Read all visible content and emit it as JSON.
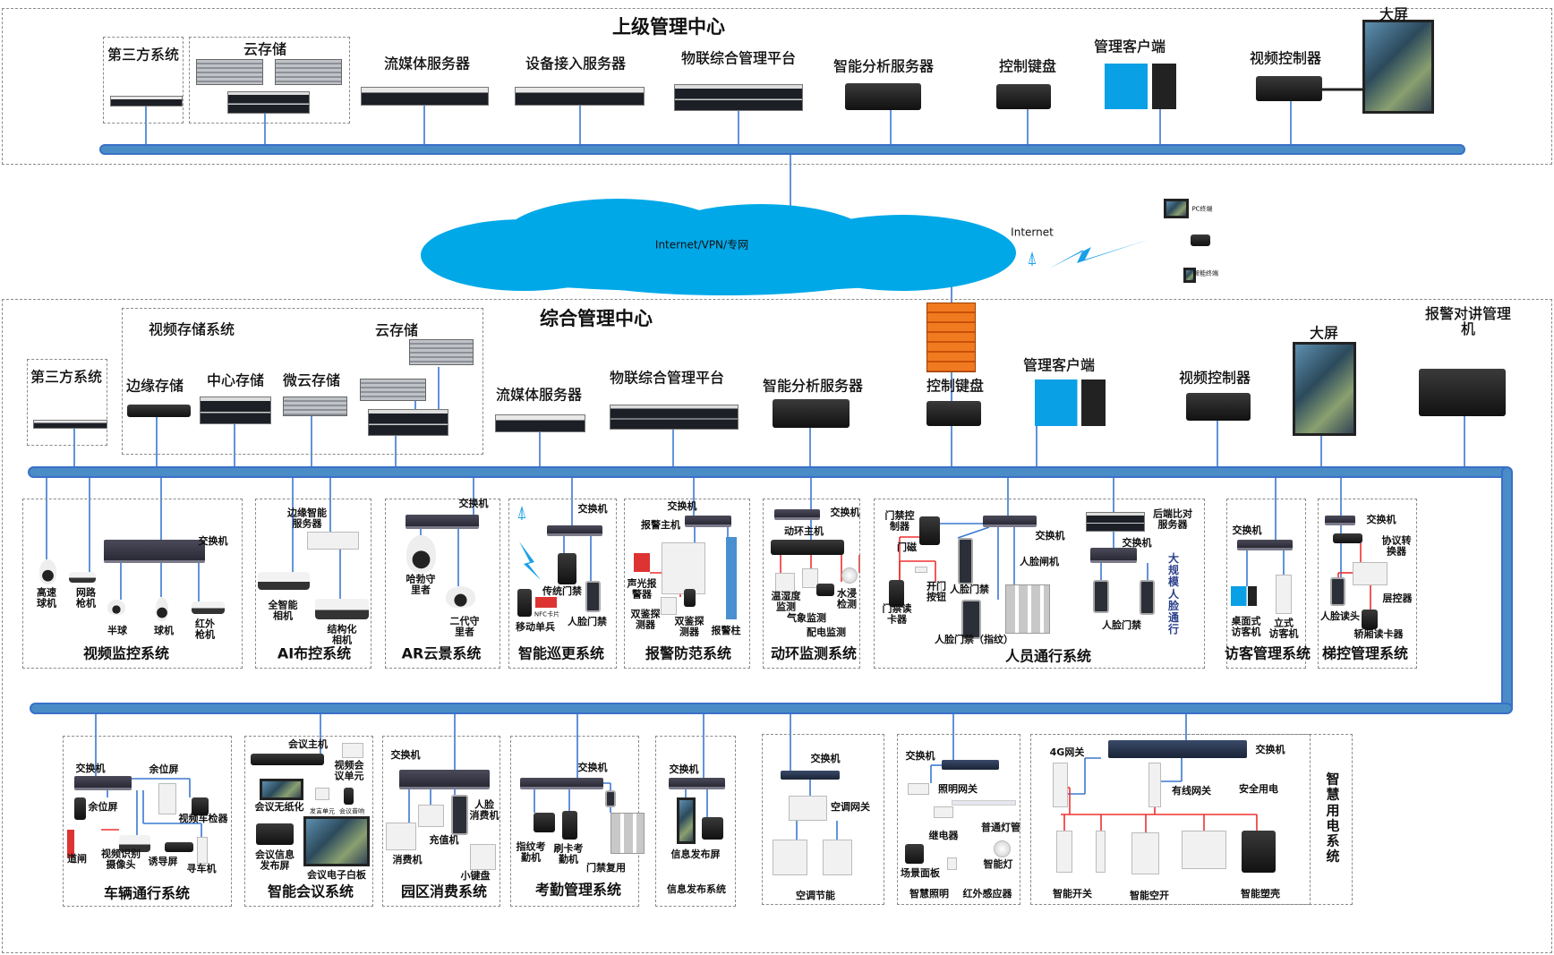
{
  "upper": {
    "title": "上级管理中心",
    "third_party": "第三方系统",
    "cloud_storage": "云存储",
    "streaming_server": "流媒体服务器",
    "access_server": "设备接入服务器",
    "iot_platform": "物联综合管理平台",
    "analysis_server": "智能分析服务器",
    "control_keyboard": "控制键盘",
    "mgmt_client": "管理客户端",
    "video_controller": "视频控制器",
    "big_screen": "大屏"
  },
  "network": {
    "cloud": "Internet/VPN/专网",
    "internet": "Internet",
    "pc_terminal": "PC终端",
    "smart_terminal": "智能终端"
  },
  "center": {
    "title": "综合管理中心",
    "video_storage_system": "视频存储系统",
    "third_party": "第三方系统",
    "edge_storage": "边缘存储",
    "central_storage": "中心存储",
    "micro_cloud_storage": "微云存储",
    "cloud_storage": "云存储",
    "streaming_server": "流媒体服务器",
    "iot_platform": "物联综合管理平台",
    "analysis_server": "智能分析服务器",
    "control_keyboard": "控制键盘",
    "mgmt_client": "管理客户端",
    "video_controller": "视频控制器",
    "big_screen": "大屏",
    "alarm_intercom": "报警对讲管理机"
  },
  "subsystems": {
    "video": {
      "title": "视频监控系统",
      "switch": "交换机",
      "speed_dome": "高速\n球机",
      "bullet": "网路\n枪机",
      "half_dome": "半球",
      "dome": "球机",
      "ir_bullet": "红外\n枪机"
    },
    "ai": {
      "title": "AI布控系统",
      "edge_server": "边缘智能\n服务器",
      "smart_camera": "全智能\n相机",
      "struct_camera": "结构化\n相机"
    },
    "ar": {
      "title": "AR云景系统",
      "switch": "交换机",
      "hubble": "哈勃守\n里者",
      "gen2": "二代守\n里者"
    },
    "patrol": {
      "title": "智能巡更系统",
      "switch": "交换机",
      "access": "传统门禁",
      "nfc": "NFC卡片",
      "mobile": "移动单兵",
      "face": "人脸门禁"
    },
    "alarm": {
      "title": "报警防范系统",
      "switch": "交换机",
      "host": "报警主机",
      "siren": "声光报\n警器",
      "detector1": "双鉴探\n测器",
      "detector2": "双鉴探\n测器",
      "pillar": "报警柱"
    },
    "env": {
      "title": "动环监测系统",
      "switch": "交换机",
      "host": "动环主机",
      "temp": "温湿度\n监测",
      "water": "水浸\n检测",
      "weather": "气象监测",
      "power": "配电监测"
    },
    "access": {
      "title": "人员通行系统",
      "controller": "门禁控\n制器",
      "magnet": "门磁",
      "button": "开门\n按钮",
      "reader": "门禁读\n卡器",
      "face": "人脸门禁",
      "face_fp": "人脸门禁（指纹）",
      "switch1": "交换机",
      "gate": "人脸闸机",
      "compare_server": "后端比对\n服务器",
      "switch2": "交换机",
      "face2": "人脸门禁",
      "large_scale": "大\n规\n模\n人\n脸\n通\n行"
    },
    "visitor": {
      "title": "访客管理系统",
      "switch": "交换机",
      "desktop": "桌面式\n访客机",
      "standing": "立式\n访客机"
    },
    "elevator": {
      "title": "梯控管理系统",
      "switch": "交换机",
      "converter": "协议转\n换器",
      "floor": "层控器",
      "face_reader": "人脸读头",
      "car_reader": "轿厢读卡器"
    },
    "vehicle": {
      "title": "车辆通行系统",
      "switch": "交换机",
      "spaces1": "余位屏",
      "spaces2": "余位屏",
      "detector": "视频车检器",
      "barrier": "道闸",
      "lpr_camera": "视频识别\n摄像头",
      "guide": "诱导屏",
      "finder": "寻车机"
    },
    "meeting": {
      "title": "智能会议系统",
      "host": "会议主机",
      "video_unit": "视频会\n议单元",
      "paperless": "会议无纸化",
      "speaker_unit": "发言单元",
      "audio": "会议音响",
      "info_screen": "会议信息\n发布屏",
      "whiteboard": "会议电子白板"
    },
    "consume": {
      "title": "园区消费系统",
      "switch": "交换机",
      "face_pos": "人脸\n消费机",
      "recharge": "充值机",
      "pos": "消费机",
      "keypad": "小键盘"
    },
    "attendance": {
      "title": "考勤管理系统",
      "switch": "交换机",
      "fingerprint": "指纹考\n勤机",
      "card": "刷卡考\n勤机",
      "reuse": "门禁复用"
    },
    "info": {
      "title": "信息发布系统",
      "switch": "交换机",
      "screen": "信息发布屏"
    },
    "hvac": {
      "title": "空调节能",
      "switch": "交换机",
      "gateway": "空调网关"
    },
    "lighting": {
      "title": "智慧照明",
      "switch": "交换机",
      "gateway": "照明网关",
      "relay": "继电器",
      "tube": "普通灯管",
      "scene_panel": "场景面板",
      "smart_light": "智能灯",
      "ir_sensor": "红外感应器"
    },
    "power": {
      "title": "智\n慧\n用\n电\n系\n统",
      "gw4g": "4G网关",
      "switch": "交换机",
      "wired_gw": "有线网关",
      "safety": "安全用电",
      "smart_switch": "智能开关",
      "smart_breaker": "智能空开",
      "smart_mccb": "智能塑壳"
    }
  }
}
